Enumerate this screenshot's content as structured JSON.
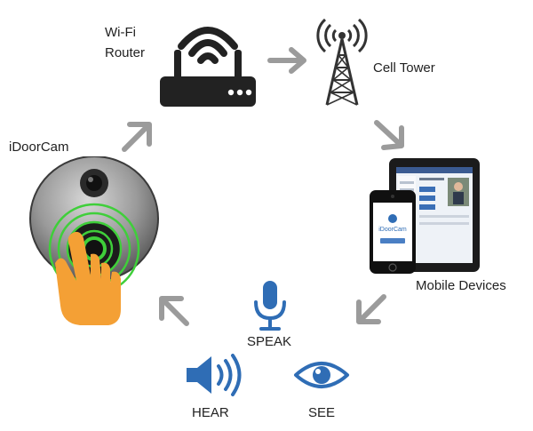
{
  "labels": {
    "router_line1": "Wi-Fi",
    "router_line2": "Router",
    "tower": "Cell Tower",
    "camera": "iDoorCam",
    "mobile": "Mobile Devices",
    "speak": "SPEAK",
    "hear": "HEAR",
    "see": "SEE"
  },
  "app": {
    "brand": "iDoorCam"
  },
  "colors": {
    "arrow": "#9b9b9b",
    "icon_blue": "#2f6db5",
    "ring_green": "#3fcf3a",
    "hand_orange": "#f4a035",
    "device_dark": "#1b1b1b"
  }
}
